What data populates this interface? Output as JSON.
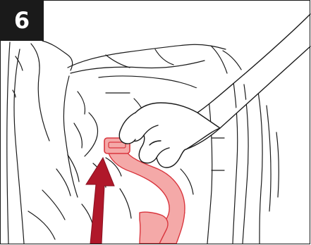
{
  "step": {
    "number": "6"
  },
  "illustration": {
    "icon": "hand-pulling-strap-illustration",
    "arrow_direction": "up"
  },
  "colors": {
    "frame": "#1a1a1a",
    "badge_background": "#1a1a1a",
    "badge_text": "#ffffff",
    "line_art": "#1a1a1a",
    "strap_fill": "#f4a9a8",
    "strap_stroke": "#d9363e",
    "arrow": "#b0182a"
  }
}
